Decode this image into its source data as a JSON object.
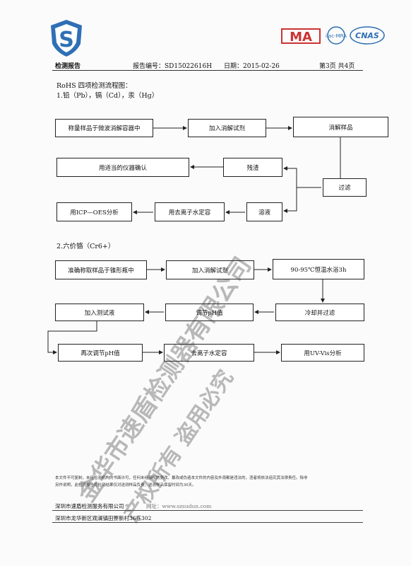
{
  "header": {
    "report_title": "检测报告",
    "report_number": "报告编号：SD15022616H",
    "date": "日期：2015-02-26",
    "page_info": "第3页 共4页",
    "logos": [
      "CMA",
      "ilac-MRA",
      "CNAS"
    ]
  },
  "section_title": "RoHS 四项检测流程图：",
  "section1": {
    "heading": "1.铅（Pb），镉（Cd），汞（Hg）",
    "steps": {
      "weigh": "称量样品于微波消解容器中",
      "add_reagent": "加入消解试剂",
      "digest": "消解样品",
      "filter": "过滤",
      "residue": "残渣",
      "instrument": "用适当的仪器确认",
      "solution": "溶液",
      "dilute": "用去离子水定容",
      "analyze": "用ICP—OES分析"
    }
  },
  "section2": {
    "heading": "2.六价铬（Cr6+）",
    "steps": {
      "weigh": "准确称取样品于锥形瓶中",
      "add_reagent": "加入消解试剂",
      "water_bath": "90-95℃恒温水浴3h",
      "cool_filter": "冷却并过滤",
      "adjust_ph": "调节pH值",
      "add_test": "加入测试液",
      "readjust_ph": "再次调节pH值",
      "dilute": "去离子水定容",
      "analyze": "用UV-Vis分析"
    }
  },
  "footer": {
    "disclaimer_line1": "本文件不可复制，未经检测机构的书面许可，任何未经授权的更改、篡改或伪造本文件的内容及外观都是违法的，违者将依法追究其法律责任。除非",
    "disclaimer_line2": "另作说明，此检测报告的检测结果仅对送测样品负责，送测样品保留时间为30天。",
    "company": "深圳市速盾检测服务有限公司",
    "website": "网址：www.szsudun.com",
    "address": "深圳市龙华新区观澜镇田寮新村36栋302"
  },
  "watermark": {
    "line1": "金华市速盾检测器有限公司",
    "line2": "产权所有 盗用必究"
  }
}
